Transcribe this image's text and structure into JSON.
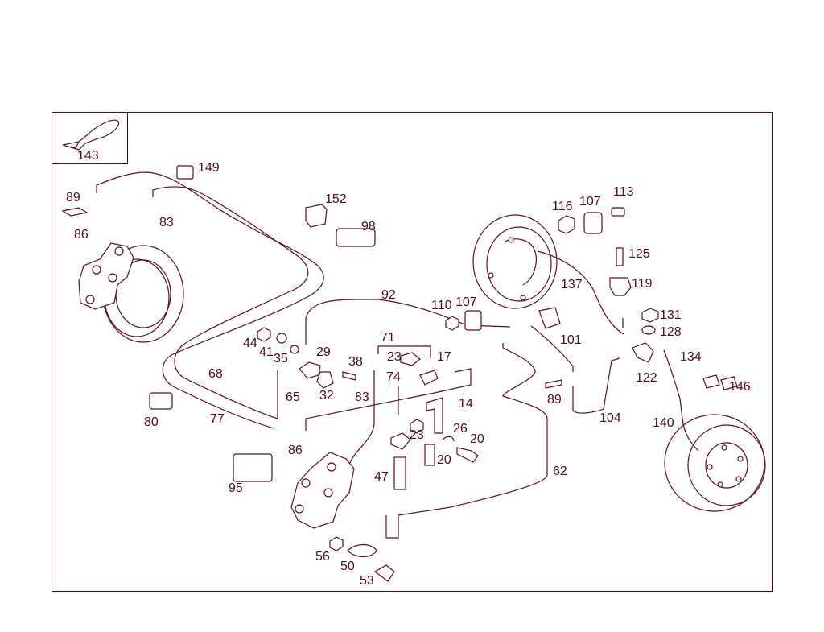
{
  "callouts": {
    "c143": "143",
    "c149": "149",
    "c89a": "89",
    "c83a": "83",
    "c86a": "86",
    "c152": "152",
    "c98": "98",
    "c116": "116",
    "c107a": "107",
    "c113": "113",
    "c125": "125",
    "c137": "137",
    "c119": "119",
    "c92": "92",
    "c110": "110",
    "c107b": "107",
    "c131": "131",
    "c128": "128",
    "c44": "44",
    "c41": "41",
    "c35": "35",
    "c29": "29",
    "c38": "38",
    "c71": "71",
    "c23a": "23",
    "c17": "17",
    "c101": "101",
    "c134": "134",
    "c68": "68",
    "c74": "74",
    "c32": "32",
    "c65": "65",
    "c83b": "83",
    "c14": "14",
    "c89b": "89",
    "c122": "122",
    "c146": "146",
    "c80": "80",
    "c77": "77",
    "c104": "104",
    "c140": "140",
    "c23b": "23",
    "c26": "26",
    "c20a": "20",
    "c20b": "20",
    "c86b": "86",
    "c95": "95",
    "c47": "47",
    "c62": "62",
    "c56": "56",
    "c50": "50",
    "c53": "53"
  }
}
